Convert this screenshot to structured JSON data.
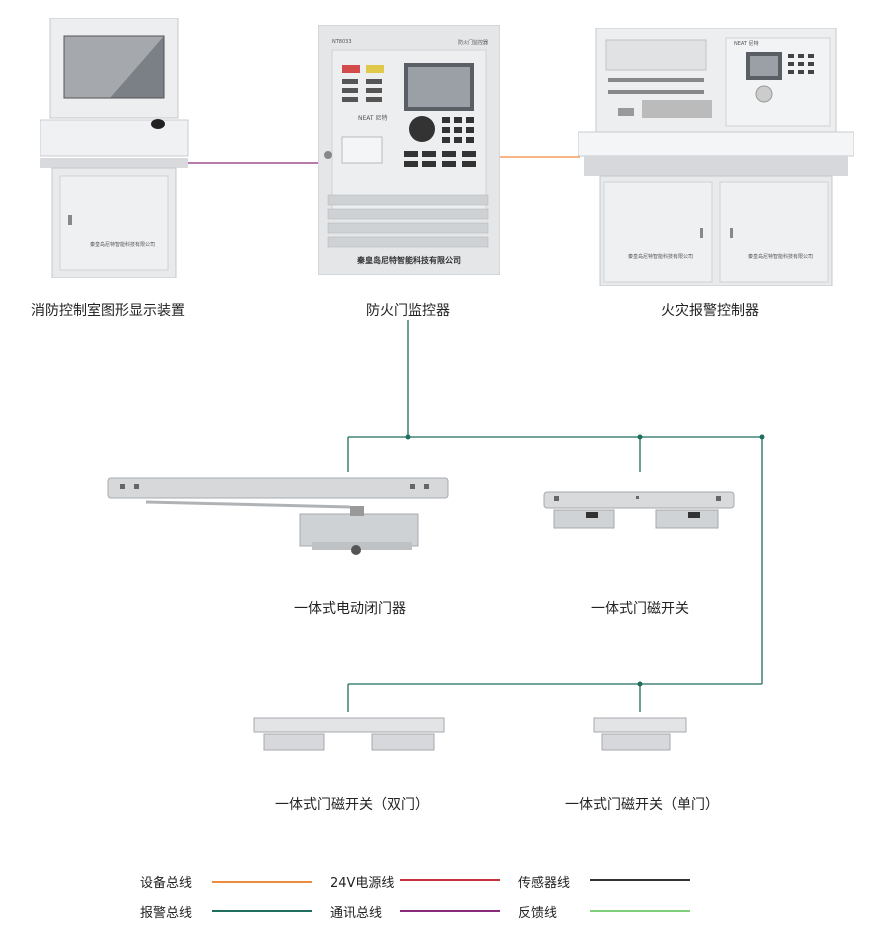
{
  "devices": {
    "display_unit": {
      "label": "消防控制室图形显示装置",
      "caption": "秦皇岛尼特智能科技有限公司"
    },
    "door_monitor": {
      "label": "防火门监控器",
      "model": "NT8033",
      "panel_title": "防火门监控器",
      "brand": "NEAT 尼特",
      "company": "秦皇岛尼特智能科技有限公司"
    },
    "fire_controller": {
      "label": "火灾报警控制器",
      "brand": "NEAT 尼特",
      "caption_left": "秦皇岛尼特智能科技有限公司",
      "caption_right": "秦皇岛尼特智能科技有限公司"
    },
    "door_closer": {
      "label": "一体式电动闭门器"
    },
    "magnetic_switch": {
      "label": "一体式门磁开关"
    },
    "magnetic_switch_double": {
      "label": "一体式门磁开关（双门）"
    },
    "magnetic_switch_single": {
      "label": "一体式门磁开关（单门）"
    }
  },
  "legend": [
    {
      "name": "设备总线",
      "color": "#f08a3c"
    },
    {
      "name": "24V电源线",
      "color": "#c8323c"
    },
    {
      "name": "传感器线",
      "color": "#333333"
    },
    {
      "name": "报警总线",
      "color": "#1f6e5e"
    },
    {
      "name": "通讯总线",
      "color": "#8a2a7a"
    },
    {
      "name": "反馈线",
      "color": "#7fcf7f"
    }
  ],
  "colors": {
    "device_bus": "#f08a3c",
    "comm_bus": "#8a2a7a",
    "alarm_bus": "#1f6e5e",
    "panel": "#e6e8ea",
    "panel_dark": "#c9ccd0"
  }
}
